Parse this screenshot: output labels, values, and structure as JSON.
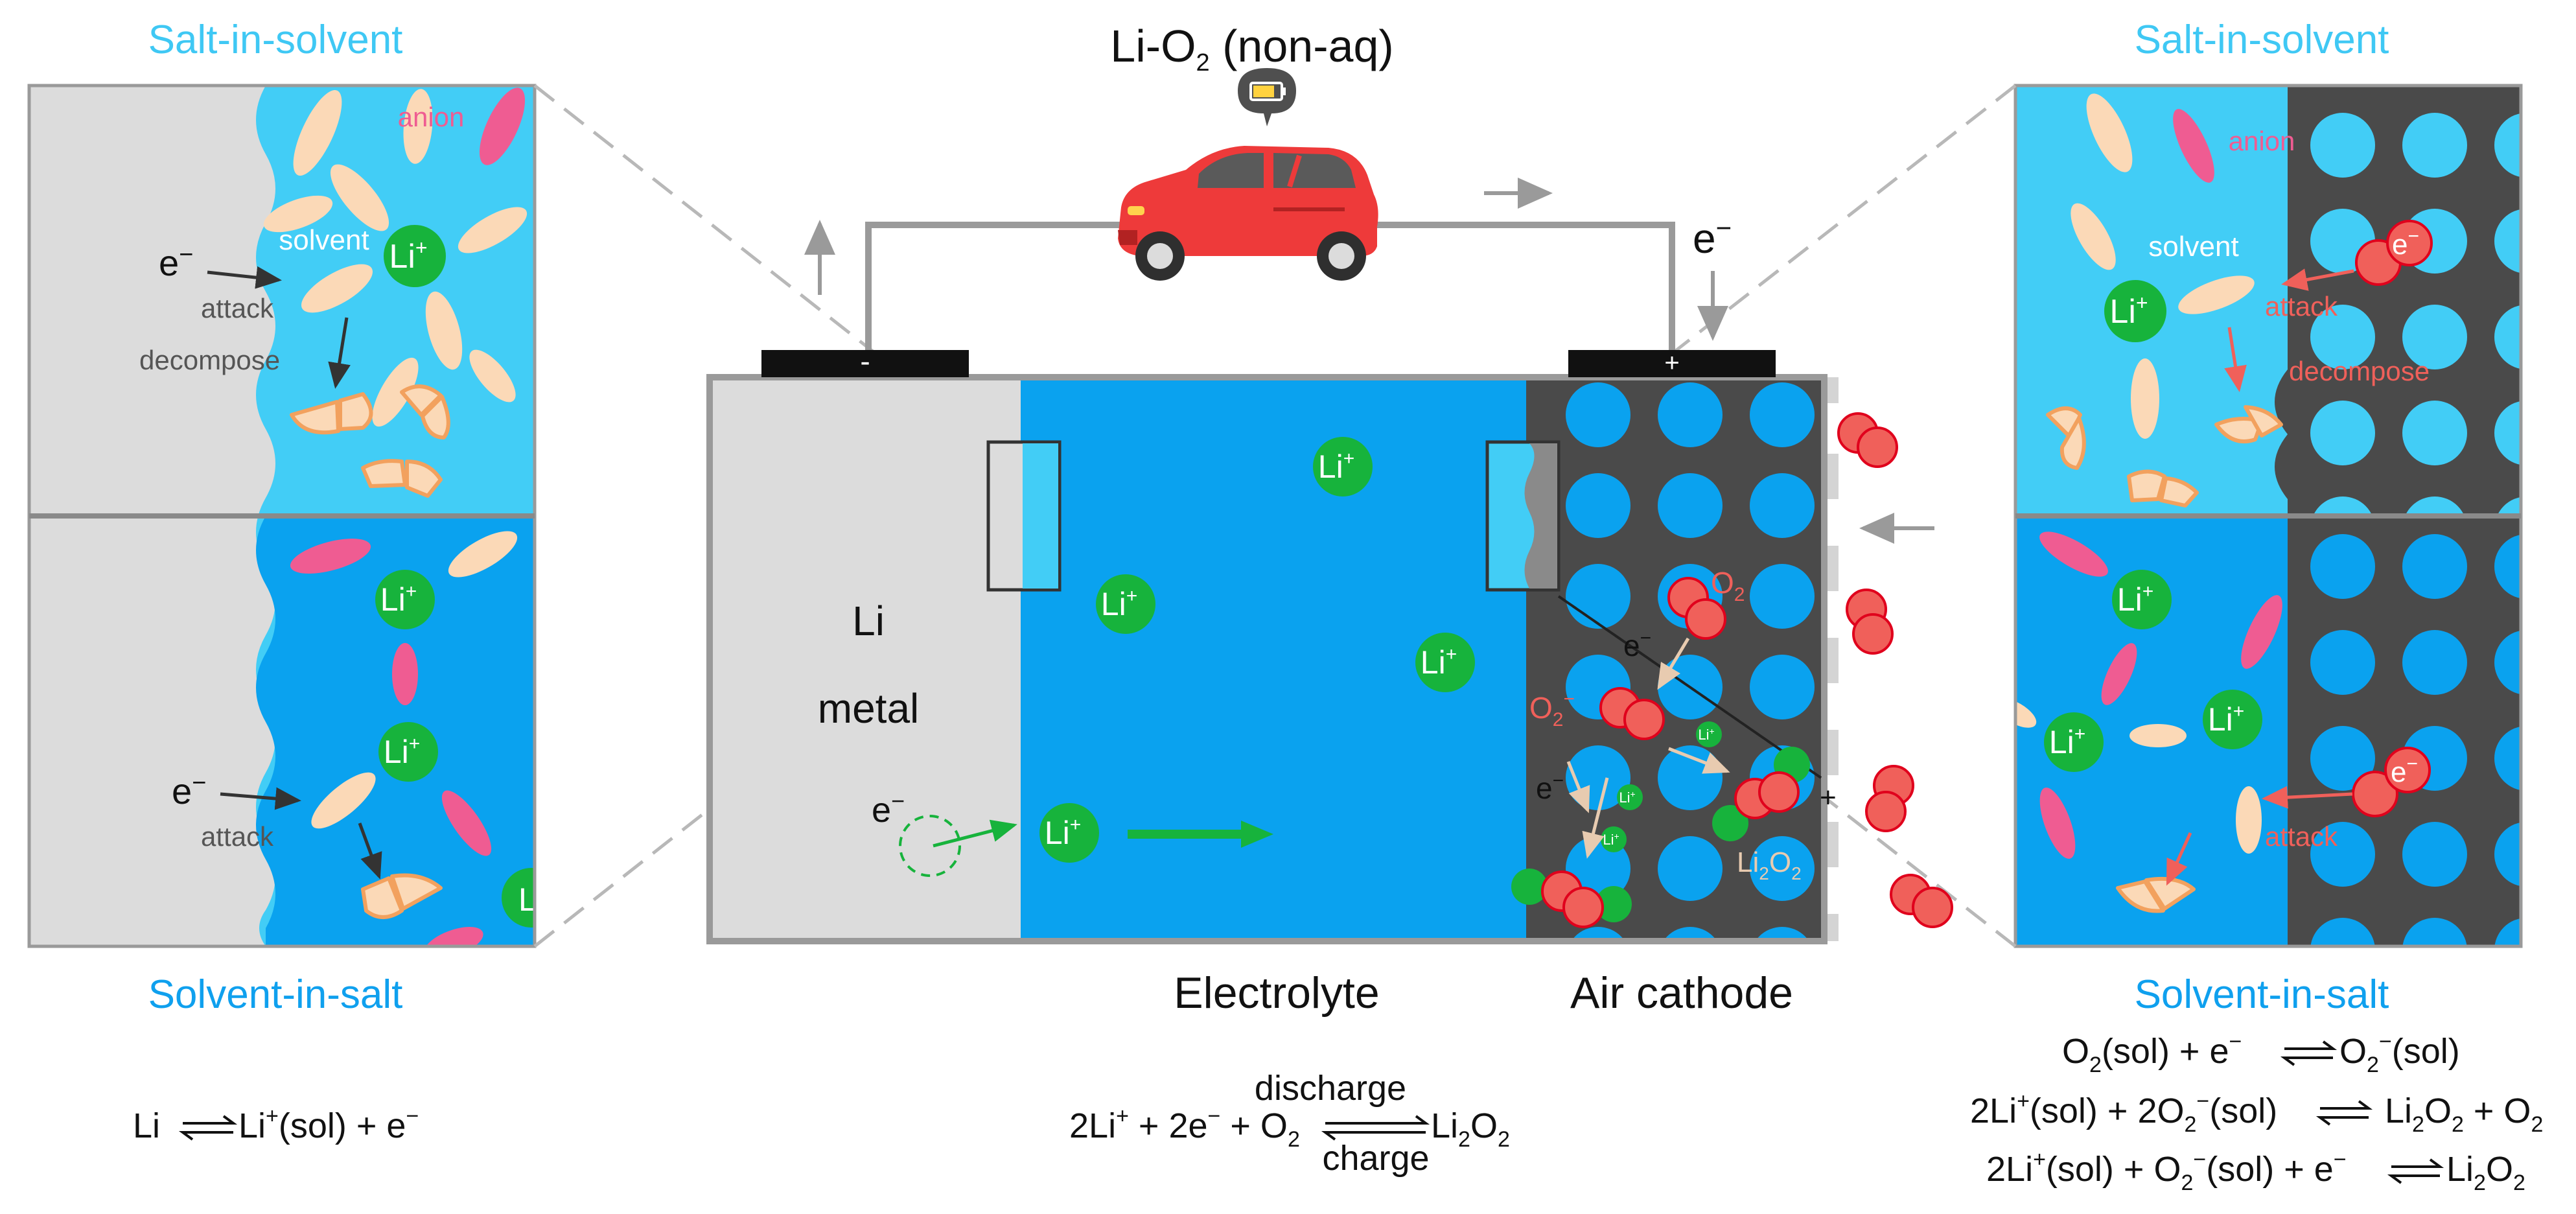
{
  "title": {
    "main": "Li-O",
    "sub": "2",
    "rest": " (non-aq)"
  },
  "panels": {
    "left_top_caption": "Salt-in-solvent",
    "left_bottom_caption": "Solvent-in-salt",
    "right_top_caption": "Salt-in-solvent",
    "right_bottom_caption": "Solvent-in-salt"
  },
  "labels": {
    "anion": "anion",
    "solvent": "solvent",
    "attack": "attack",
    "decompose": "decompose",
    "li_ion": "Li",
    "plus_sup": "+",
    "electron": "e",
    "minus_sup": "−",
    "terminal_neg": "-",
    "terminal_pos": "+",
    "li_metal_line1": "Li",
    "li_metal_line2": "metal",
    "electrolyte": "Electrolyte",
    "air_cathode": "Air cathode",
    "o2_label": "O",
    "o2_sub": "2",
    "superoxide_label": "O",
    "superoxide_sub": "2",
    "superoxide_sup": "−",
    "li2o2_a": "Li",
    "li2o2_b": "2",
    "li2o2_c": "O",
    "li2o2_d": "2",
    "cut_li": "L",
    "plus_marker": "+"
  },
  "equations": {
    "anode": {
      "left": "Li",
      "right": "Li",
      "right_sup": "+",
      "right_rest": "(sol) + e",
      "right_sup2": "−"
    },
    "center": {
      "left": "2Li",
      "left_sup": "+",
      "left_mid": " + 2e",
      "left_sup2": "−",
      "left_end": " + O",
      "left_sub": "2",
      "right": "Li",
      "right_sub": "2",
      "right_mid": "O",
      "right_sub2": "2",
      "top": "discharge",
      "bottom": "charge"
    },
    "cathode1": {
      "l1": "O",
      "l1s": "2",
      "l2": "(sol) + e",
      "l2s": "−",
      "r1": "O",
      "r1s": "2",
      "r1sup": "−",
      "r2": "(sol)"
    },
    "cathode2": {
      "l1": "2Li",
      "l1s": "+",
      "l2": "(sol) + 2O",
      "l2s": "2",
      "l2sup": "−",
      "l3": "(sol)",
      "r1": "Li",
      "r1s": "2",
      "r2": "O",
      "r2s": "2",
      "r3": " + O",
      "r3s": "2"
    },
    "cathode3": {
      "l1": "2Li",
      "l1s": "+",
      "l2": "(sol) + O",
      "l2s": "2",
      "l2sup": "−",
      "l3": "(sol) + e",
      "l3s": "−",
      "r1": "Li",
      "r1s": "2",
      "r2": "O",
      "r2s": "2"
    }
  },
  "colors": {
    "sky_blue": "#42cdf6",
    "deep_blue": "#0aa2ef",
    "grey_metal": "#dcdcdc",
    "cathode_dark": "#4a4a4a",
    "li_green": "#17b33c",
    "oxygen_red": "#f0605a",
    "solvent_tan": "#fbd9b7",
    "anion_pink": "#ef5c92"
  }
}
